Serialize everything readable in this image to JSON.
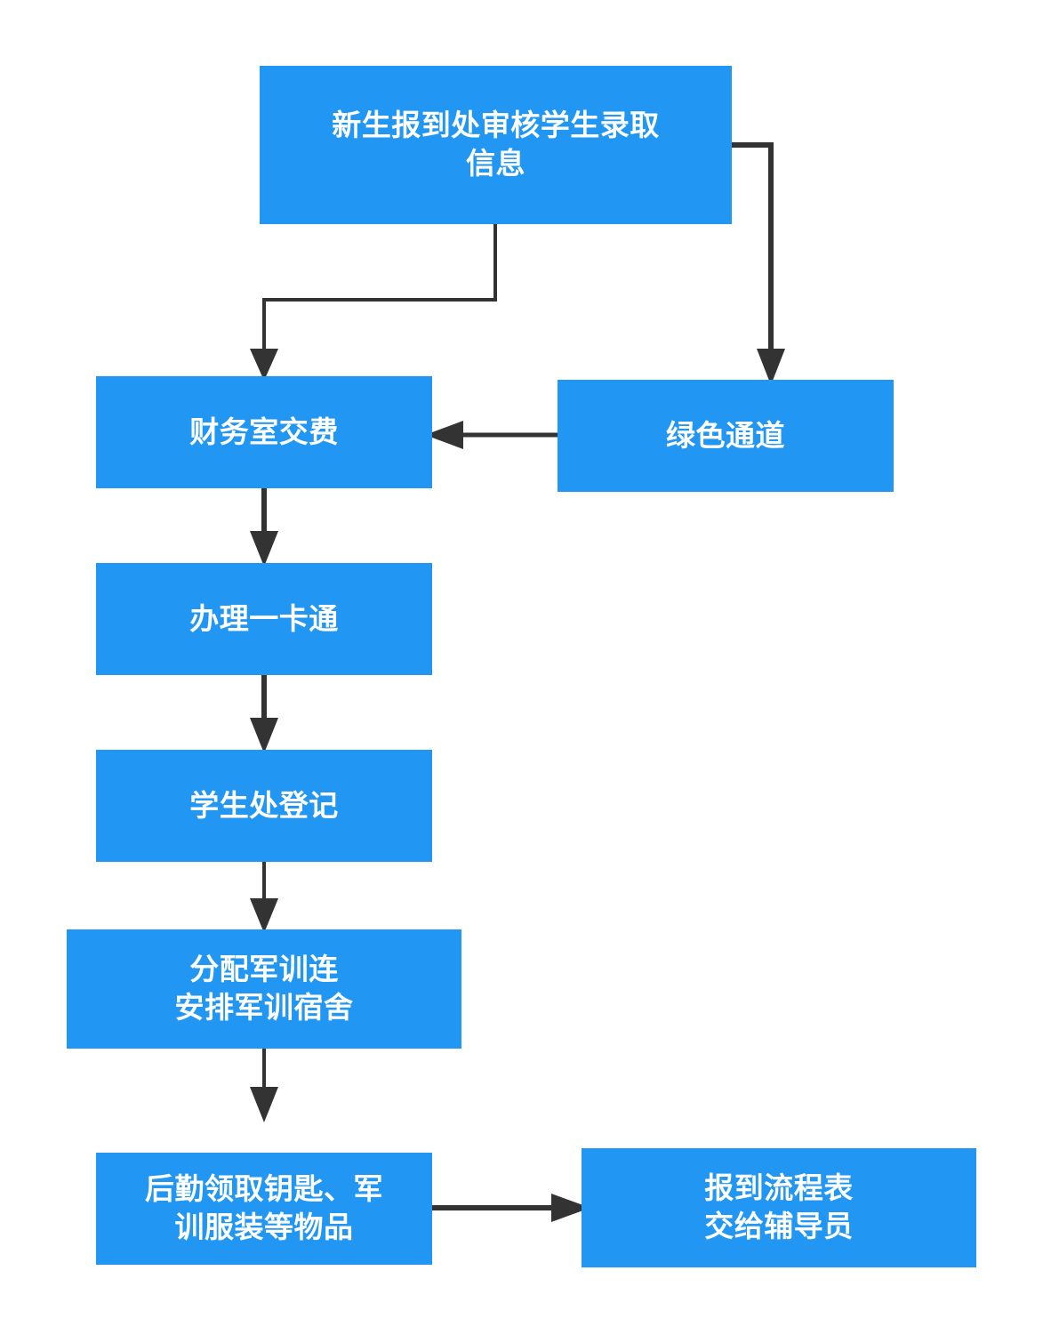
{
  "nodes": {
    "review": {
      "lines": [
        "新生报到处审核学生录取",
        "信息"
      ]
    },
    "finance": {
      "lines": [
        "财务室交费"
      ]
    },
    "green": {
      "lines": [
        "绿色通道"
      ]
    },
    "card": {
      "lines": [
        "办理一卡通"
      ]
    },
    "register": {
      "lines": [
        "学生处登记"
      ]
    },
    "military": {
      "lines": [
        "分配军训连",
        "安排军训宿舍"
      ]
    },
    "logistics": {
      "lines": [
        "后勤领取钥匙、军",
        "训服装等物品"
      ]
    },
    "form": {
      "lines": [
        "报到流程表",
        "交给辅导员"
      ]
    }
  },
  "edges": [
    {
      "from": "review",
      "to": "finance"
    },
    {
      "from": "review",
      "to": "green"
    },
    {
      "from": "green",
      "to": "finance"
    },
    {
      "from": "finance",
      "to": "card"
    },
    {
      "from": "card",
      "to": "register"
    },
    {
      "from": "register",
      "to": "military"
    },
    {
      "from": "military",
      "to": "logistics"
    },
    {
      "from": "logistics",
      "to": "form"
    }
  ],
  "colors": {
    "node_fill": "#2196f3",
    "node_text": "#ffffff",
    "connector": "#333333"
  }
}
